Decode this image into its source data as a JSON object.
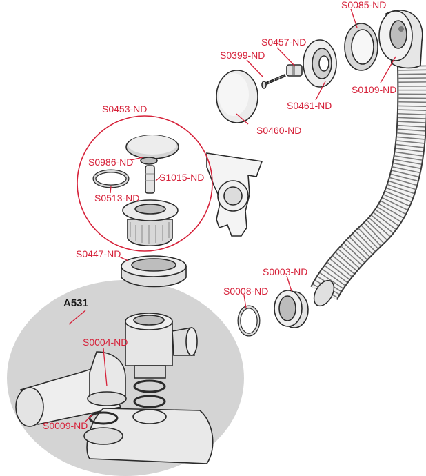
{
  "kit_label": "A531",
  "labels": {
    "s0085": "S0085-ND",
    "s0457": "S0457-ND",
    "s0399": "S0399-ND",
    "s0109": "S0109-ND",
    "s0461": "S0461-ND",
    "s0460": "S0460-ND",
    "s0453": "S0453-ND",
    "s0986": "S0986-ND",
    "s1015": "S1015-ND",
    "s0513": "S0513-ND",
    "s0447": "S0447-ND",
    "s0003": "S0003-ND",
    "s0008": "S0008-ND",
    "s0004": "S0004-ND",
    "s0009": "S0009-ND"
  },
  "colors": {
    "label_red": "#d6223a",
    "kit_text": "#1a1a1a",
    "kit_area": "#d4d4d4",
    "part_fill": "#e9e9e9",
    "part_stroke": "#2a2a2a"
  }
}
